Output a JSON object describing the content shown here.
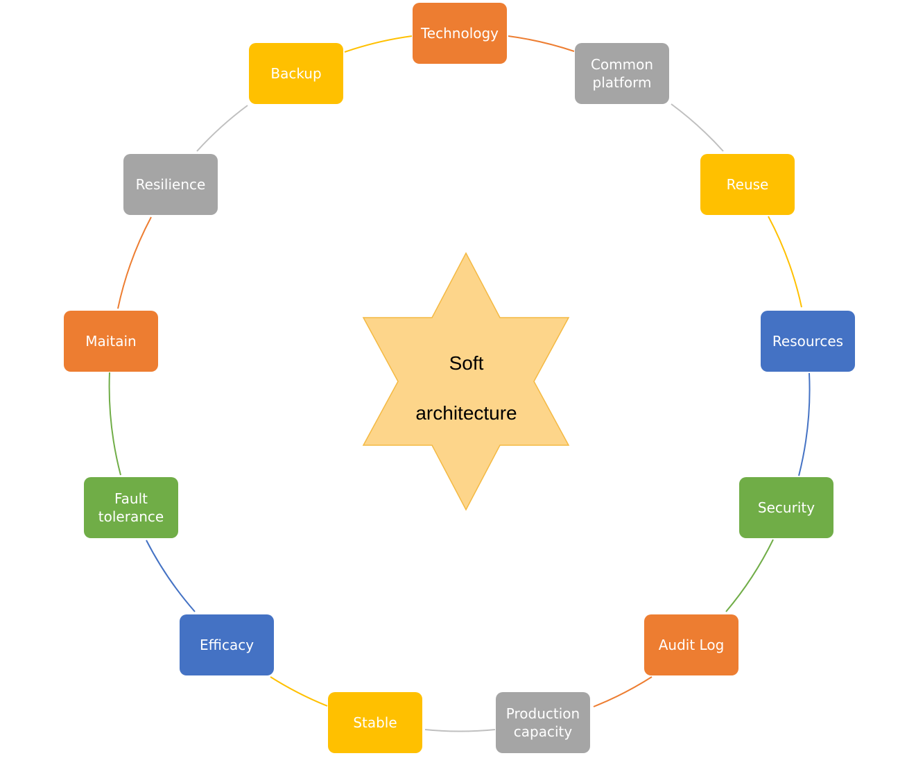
{
  "center": {
    "line1": "Soft",
    "line2": "architecture"
  },
  "nodes": [
    {
      "id": "technology",
      "label": "Technology",
      "color": "#ED7D31"
    },
    {
      "id": "common-platform",
      "label": "Common\nplatform",
      "color": "#A5A5A5"
    },
    {
      "id": "reuse",
      "label": "Reuse",
      "color": "#FFC000"
    },
    {
      "id": "resources",
      "label": "Resources",
      "color": "#4472C4"
    },
    {
      "id": "security",
      "label": "Security",
      "color": "#70AD47"
    },
    {
      "id": "audit-log",
      "label": "Audit Log",
      "color": "#ED7D31"
    },
    {
      "id": "production-capacity",
      "label": "Production\ncapacity",
      "color": "#A5A5A5"
    },
    {
      "id": "stable",
      "label": "Stable",
      "color": "#FFC000"
    },
    {
      "id": "efficacy",
      "label": "Efficacy",
      "color": "#4472C4"
    },
    {
      "id": "fault-tolerance",
      "label": "Fault\ntolerance",
      "color": "#70AD47"
    },
    {
      "id": "maitain",
      "label": "Maitain",
      "color": "#ED7D31"
    },
    {
      "id": "resilience",
      "label": "Resilience",
      "color": "#A5A5A5"
    },
    {
      "id": "backup",
      "label": "Backup",
      "color": "#FFC000"
    }
  ],
  "colors": {
    "star_fill": "#FDD58A",
    "star_stroke": "#F4B942"
  }
}
